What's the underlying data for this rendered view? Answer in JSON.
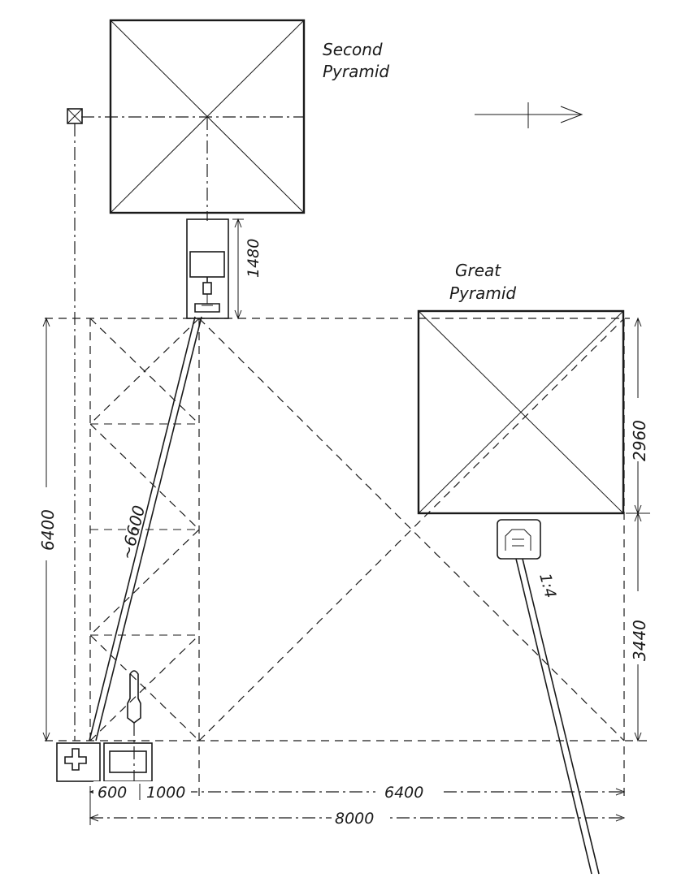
{
  "labels": {
    "second_pyramid_line1": "Second",
    "second_pyramid_line2": "Pyramid",
    "great_pyramid_line1": "Great",
    "great_pyramid_line2": "Pyramid"
  },
  "dimensions": {
    "d1480": "1480",
    "d6400_vertical": "6400",
    "d6600": "~6600",
    "d2960": "2960",
    "d3440": "3440",
    "slope": "1:4",
    "d600": "600",
    "d1000": "1000",
    "d6400_horizontal": "6400",
    "d8000": "8000"
  },
  "icons": [
    "north-arrow-icon",
    "small-pyramid-symbol-icon",
    "sphinx-icon",
    "causeway-temple-icon"
  ]
}
